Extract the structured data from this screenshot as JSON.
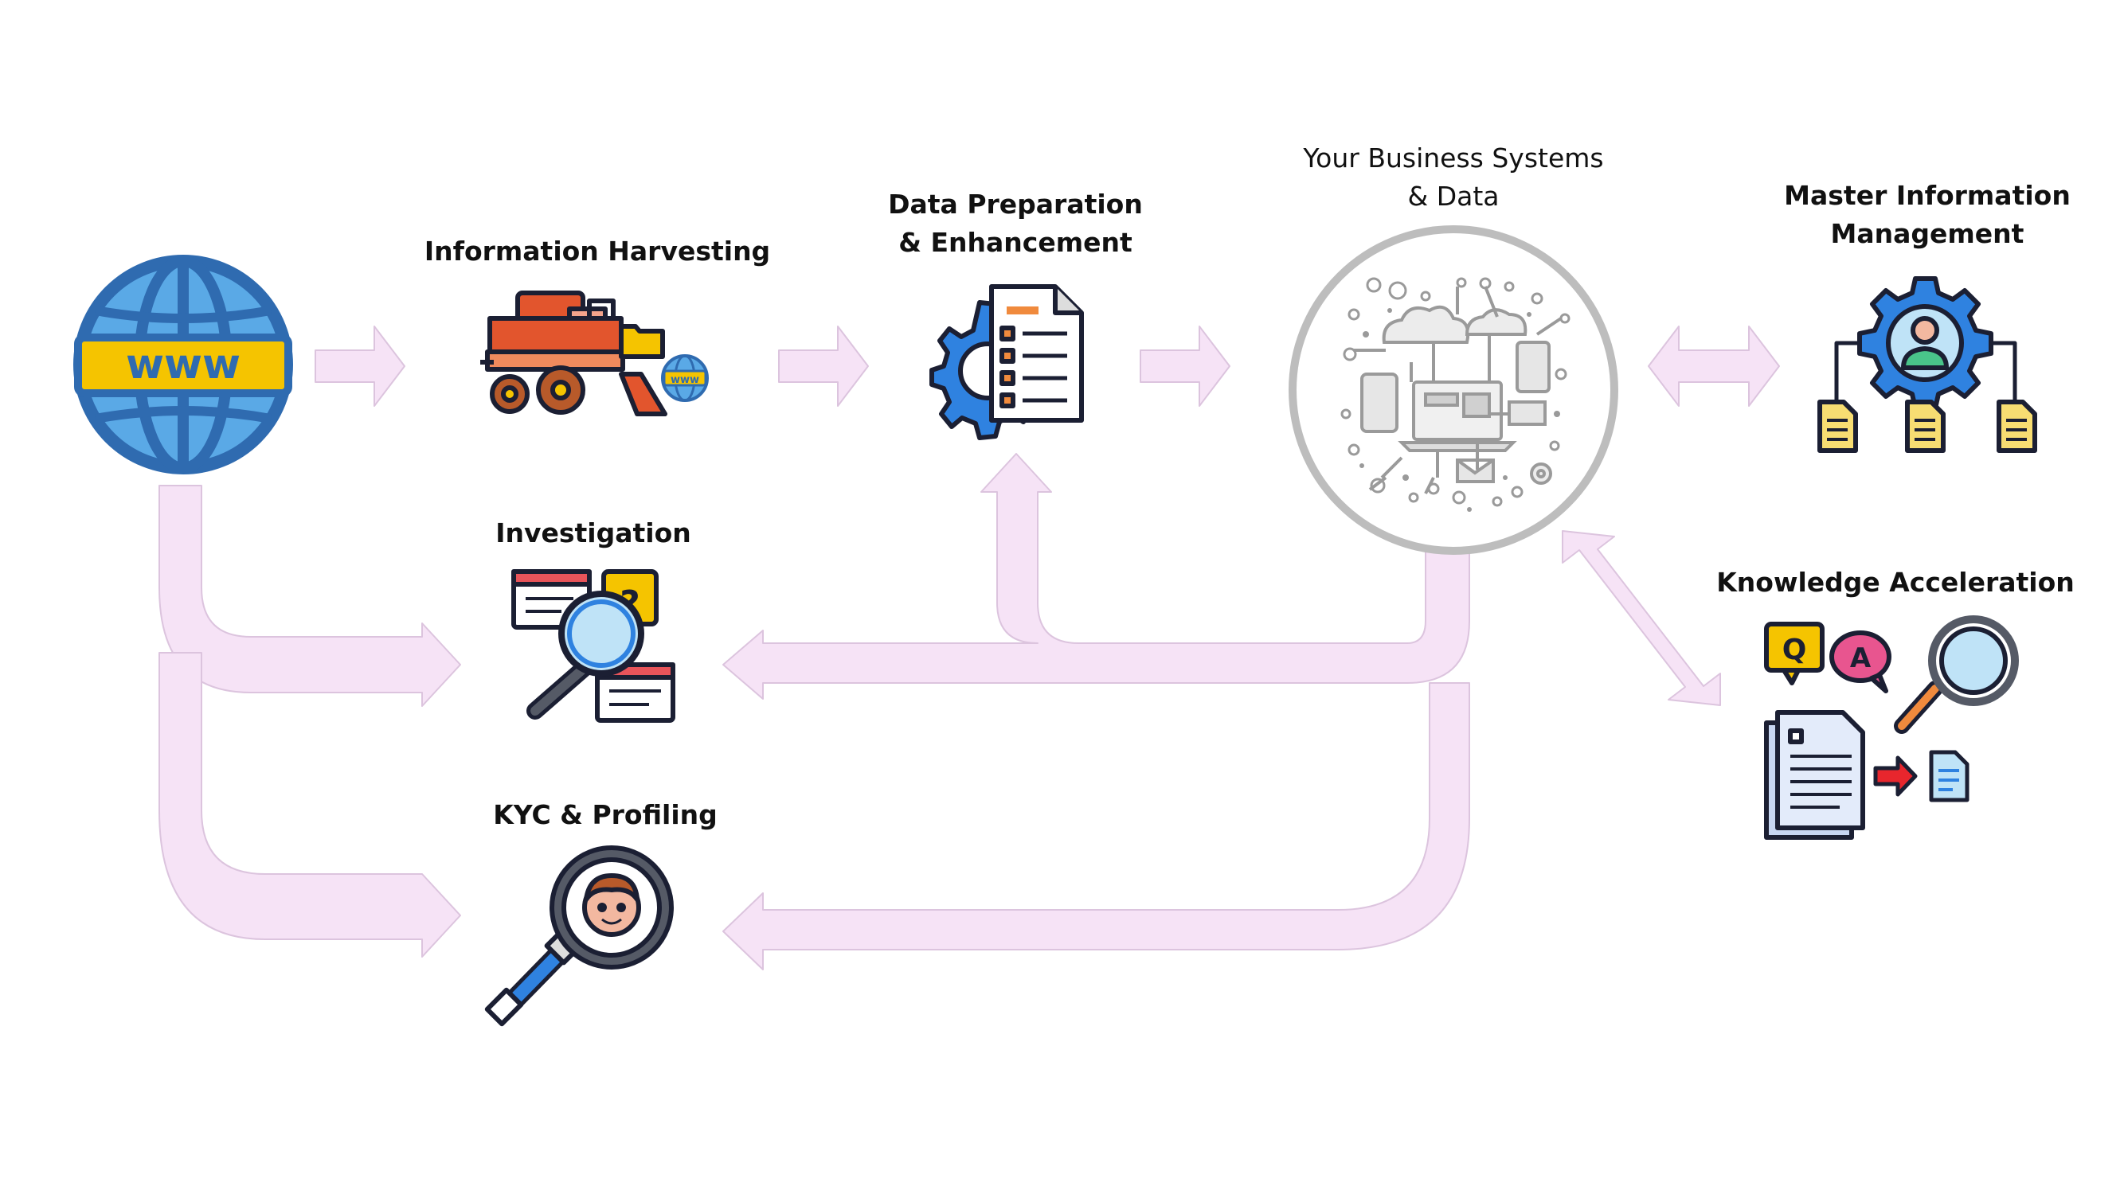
{
  "colors": {
    "arrow_fill": "#f6e3f6",
    "arrow_stroke": "#dcc4de",
    "outline": "#1b1f33",
    "globe_blue": "#2f6bb0",
    "globe_light": "#5aa9e6",
    "banner_yellow": "#f5c400",
    "harvester_red": "#e2552d",
    "gear_blue": "#2f82e0",
    "doc_yellow": "#f7dd72",
    "ring_gray": "#bdbdbd"
  },
  "nodes": {
    "www": {
      "banner": "www",
      "icon": "globe-www-icon"
    },
    "harvesting": {
      "label": "Information Harvesting",
      "icon": "harvester-icon",
      "badge": "www"
    },
    "preparation": {
      "label": "Data Preparation\n& Enhancement",
      "icon": "gear-document-icon"
    },
    "business": {
      "label": "Your Business Systems\n& Data",
      "icon": "network-devices-icon"
    },
    "master": {
      "label": "Master Information\nManagement",
      "icon": "gear-user-hierarchy-icon"
    },
    "investigation": {
      "label": "Investigation",
      "icon": "investigation-magnifier-icon",
      "glyph": "?"
    },
    "kyc": {
      "label": "KYC & Profiling",
      "icon": "profile-magnifier-icon"
    },
    "knowledge": {
      "label": "Knowledge Acceleration",
      "icon": "qa-documents-icon",
      "q": "Q",
      "a": "A"
    }
  }
}
